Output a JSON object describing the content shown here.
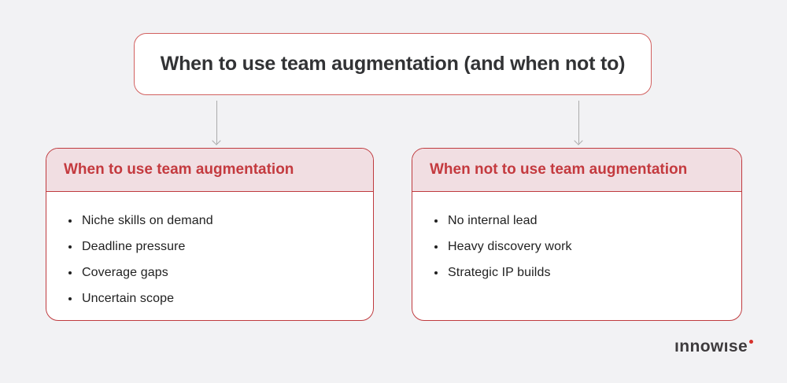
{
  "page": {
    "background_color": "#f2f2f4"
  },
  "title_box": {
    "text": "When to use team augmentation (and when not to)"
  },
  "connectors": {
    "type": "down-arrow",
    "color": "#ababab",
    "count": 2
  },
  "cards": [
    {
      "header": "When to use team augmentation",
      "items": [
        "Niche skills on demand",
        "Deadline pressure",
        "Coverage gaps",
        "Uncertain scope"
      ]
    },
    {
      "header": "When not to use team augmentation",
      "items": [
        "No internal lead",
        "Heavy discovery work",
        "Strategic IP builds"
      ]
    }
  ],
  "logo": {
    "text": "ınnowıse",
    "dot_color": "#d6312b",
    "text_color": "#3e3b3d"
  },
  "colors": {
    "accent_red": "#c43a3f",
    "card_border": "#bf3a3e",
    "card_header_background": "#f1dee2",
    "title_box_border": "#d2605f",
    "title_text": "#323335",
    "bullet_text": "#212121"
  }
}
